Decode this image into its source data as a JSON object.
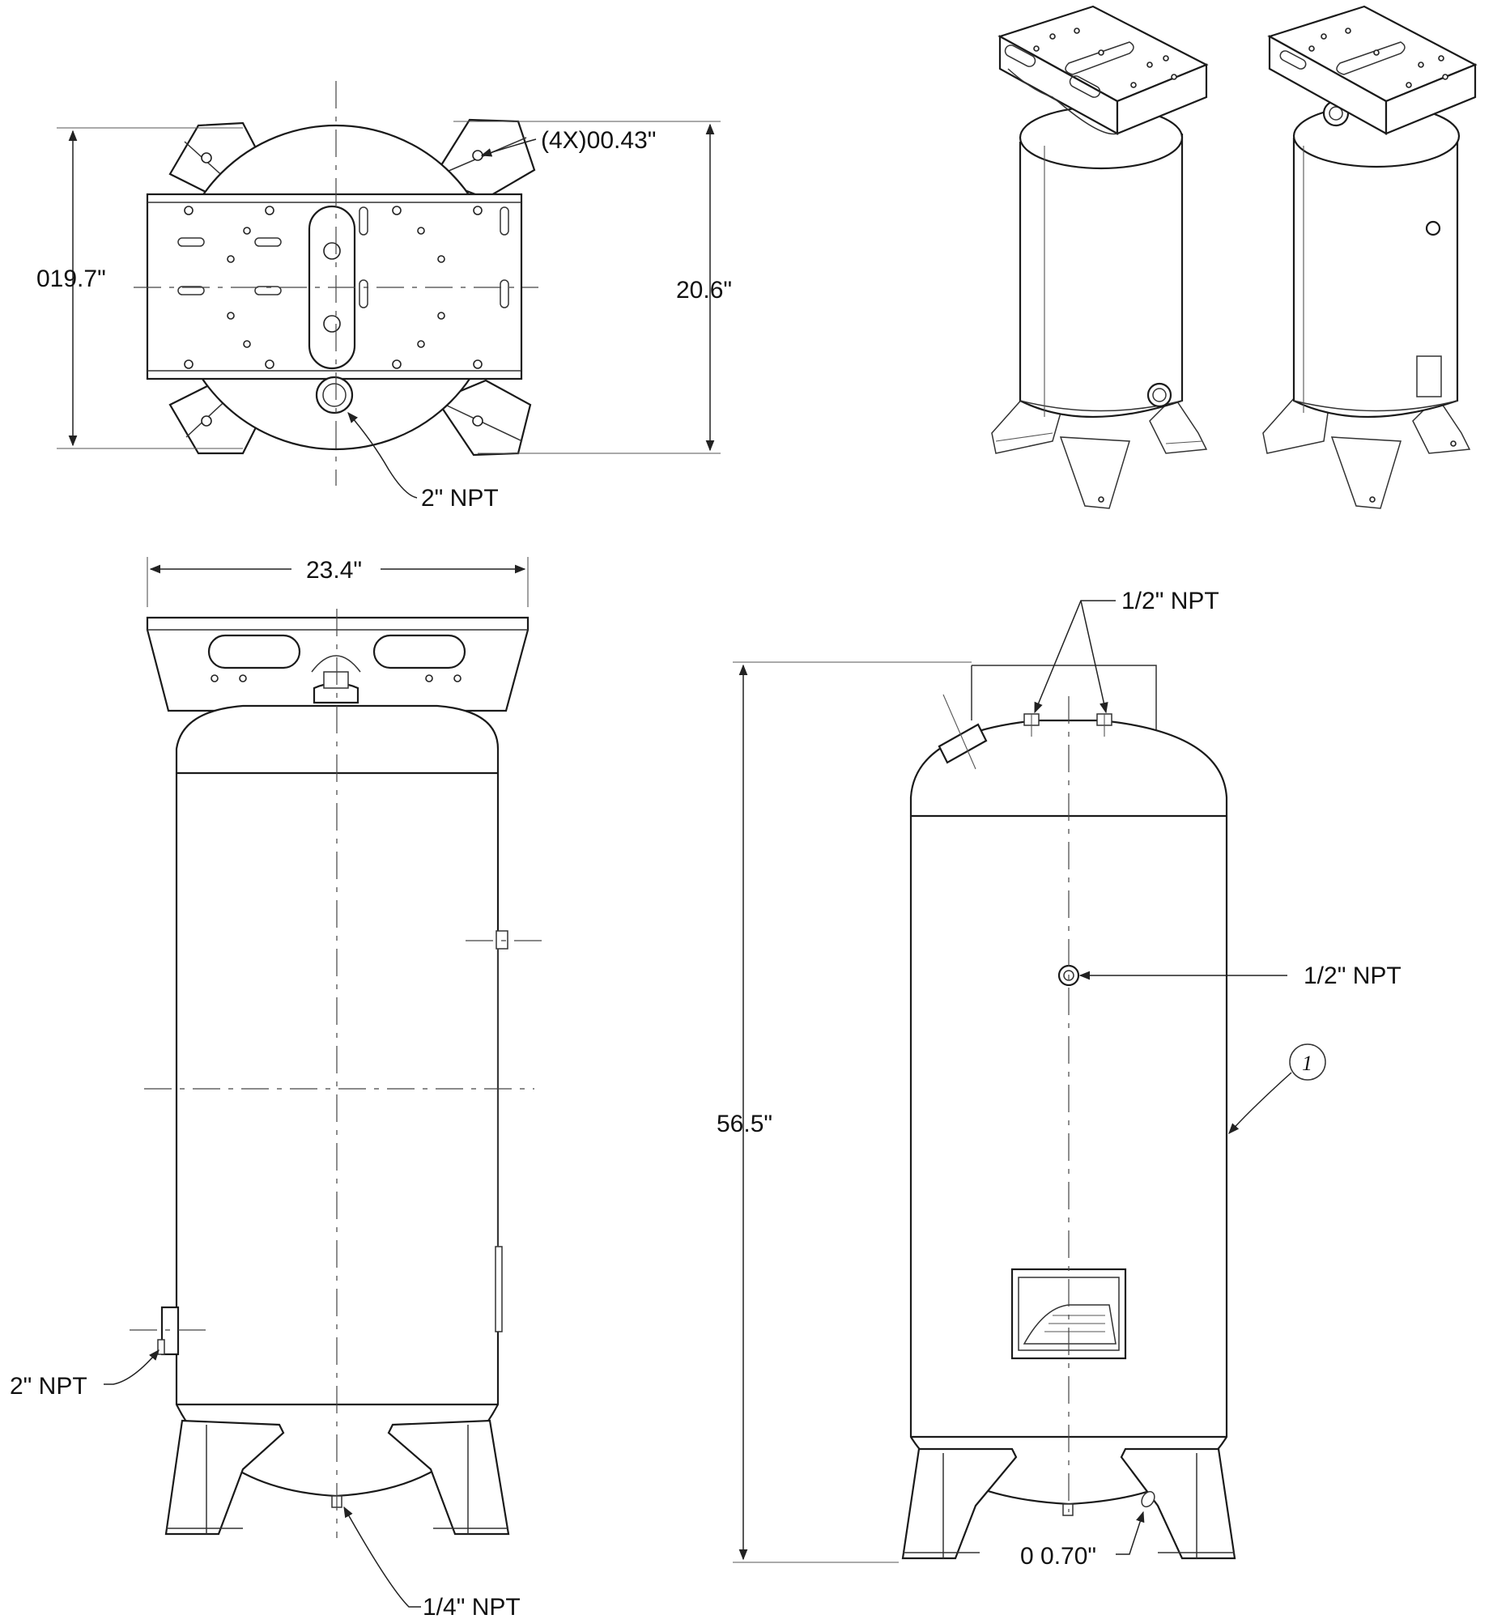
{
  "top_view": {
    "hole_callout": "(4X)00.43\"",
    "depth_dim": "019.7\"",
    "overall_dim": "20.6\"",
    "port_label": "2\" NPT"
  },
  "front_view": {
    "width_dim": "23.4\"",
    "side_port_label": "2\" NPT",
    "drain_label": "1/4\" NPT"
  },
  "side_view": {
    "top_ports_label": "1/2\" NPT",
    "mid_port_label": "1/2\" NPT",
    "height_dim": "56.5\"",
    "foot_hole_dim": "0 0.70\"",
    "balloon": "1"
  },
  "colors": {
    "line": "#1a1a1a",
    "background": "#ffffff"
  }
}
